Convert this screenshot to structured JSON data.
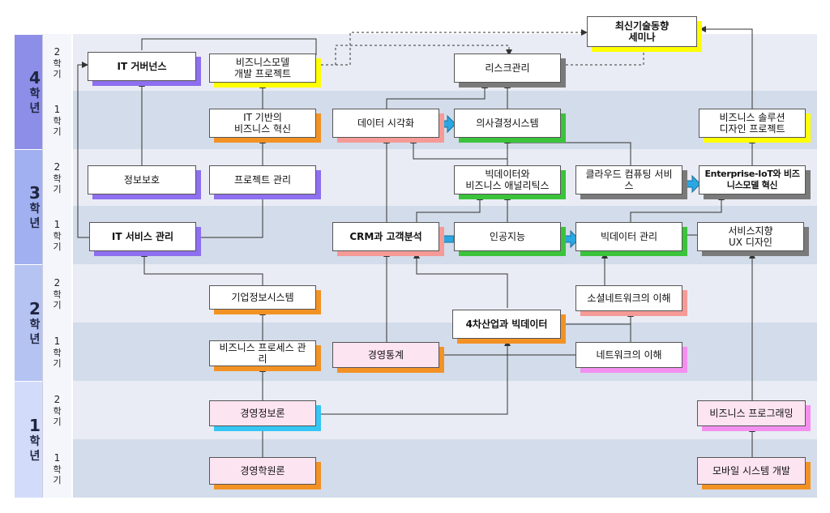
{
  "years": [
    {
      "id": "y4",
      "num": "4",
      "chars": [
        "학",
        "년"
      ],
      "color": "#8c8ee8"
    },
    {
      "id": "y3",
      "num": "3",
      "chars": [
        "학",
        "년"
      ],
      "color": "#a1b0f0"
    },
    {
      "id": "y2",
      "num": "2",
      "chars": [
        "학",
        "년"
      ],
      "color": "#b5c3f2"
    },
    {
      "id": "y1",
      "num": "1",
      "chars": [
        "학",
        "년"
      ],
      "color": "#d2dcfa"
    }
  ],
  "semesters": [
    {
      "n": "2",
      "c1": "학",
      "c2": "기"
    },
    {
      "n": "1",
      "c1": "학",
      "c2": "기"
    },
    {
      "n": "2",
      "c1": "학",
      "c2": "기"
    },
    {
      "n": "1",
      "c1": "학",
      "c2": "기"
    },
    {
      "n": "2",
      "c1": "학",
      "c2": "기"
    },
    {
      "n": "1",
      "c1": "학",
      "c2": "기"
    },
    {
      "n": "2",
      "c1": "학",
      "c2": "기"
    },
    {
      "n": "1",
      "c1": "학",
      "c2": "기"
    }
  ],
  "courses": {
    "seminar": "최신기술동향\n세미나",
    "it_governance": "IT 거버넌스",
    "bm_project": "비즈니스모델\n개발 프로젝트",
    "risk": "리스크관리",
    "it_biz_innovation": "IT 기반의\n비즈니스 혁신",
    "data_viz": "데이터 시각화",
    "decision_system": "의사결정시스템",
    "biz_solution_project": "비즈니스 솔루션\n디자인 프로젝트",
    "info_security": "정보보호",
    "project_mgmt": "프로젝트 관리",
    "bigdata_analytics": "빅데이터와\n비즈니스 애널리틱스",
    "cloud": "클라우드 컴퓨팅 서비\n스",
    "enterprise_iot": "Enterprise-IoT와 비즈\n니스모델 혁신",
    "it_service_mgmt": "IT 서비스 관리",
    "crm": "CRM과 고객분석",
    "ai": "인공지능",
    "bigdata_mgmt": "빅데이터 관리",
    "ux_design": "서비스지향\nUX 디자인",
    "erp": "기업정보시스템",
    "social_network": "소셜네트워크의 이해",
    "industry4": "4차산업과 빅데이터",
    "bpm": "비즈니스 프로세스 관\n리",
    "biz_stats": "경영통계",
    "network": "네트워크의 이해",
    "mis": "경영정보론",
    "biz_programming": "비즈니스 프로그래밍",
    "intro_mgmt": "경영학원론",
    "mobile_dev": "모바일 시스템 개발"
  },
  "colors": {
    "purple": "#8e6ff0",
    "yellow": "#ffff00",
    "green": "#3cc33c",
    "gray": "#7a7a7a",
    "salmon": "#f59a96",
    "orange": "#f39224",
    "magenta": "#f38ff0",
    "cyan": "#35c6f4",
    "arrow_fill": "#2aa7e0",
    "line": "#333333"
  }
}
